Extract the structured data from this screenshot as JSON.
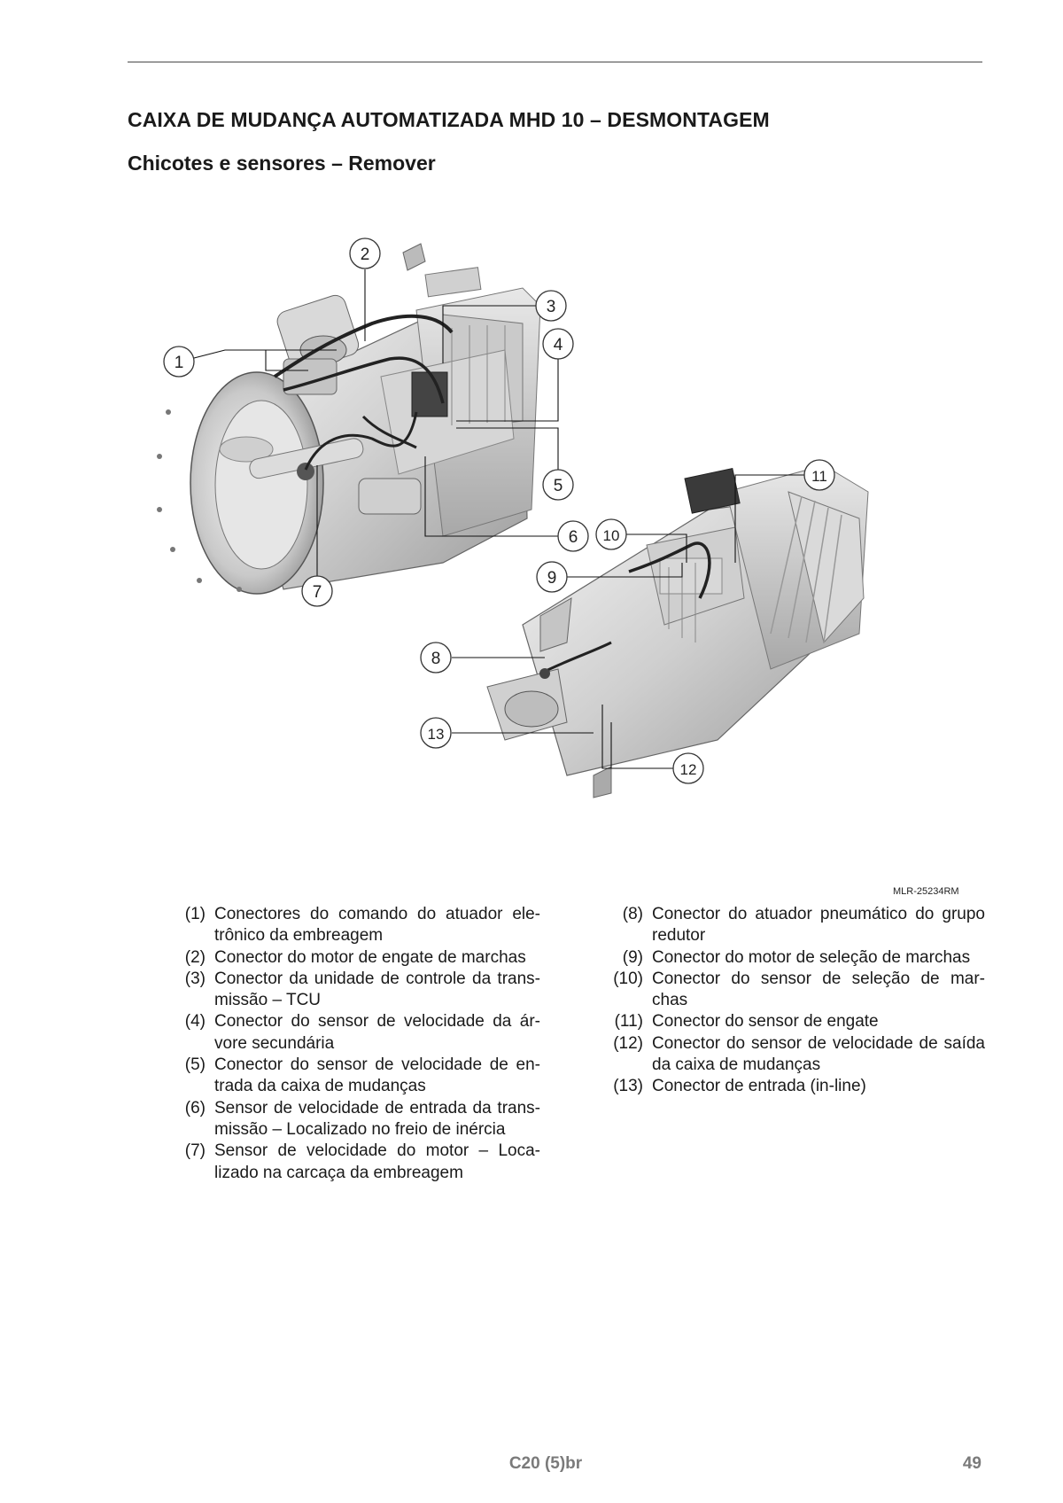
{
  "header": {
    "title": "CAIXA DE MUDANÇA AUTOMATIZADA MHD 10 – DESMONTAGEM",
    "subtitle": "Chicotes e sensores – Remover"
  },
  "figure": {
    "reference": "MLR-25234RM",
    "callouts": [
      "1",
      "2",
      "3",
      "4",
      "5",
      "6",
      "7",
      "8",
      "9",
      "10",
      "11",
      "12",
      "13"
    ]
  },
  "legend": {
    "left": [
      {
        "num": "(1)",
        "text": "Conectores do comando do atuador ele- trônico da embreagem"
      },
      {
        "num": "(2)",
        "text": "Conector do motor de engate de marchas"
      },
      {
        "num": "(3)",
        "text": "Conector da unidade de controle da trans- missão – TCU"
      },
      {
        "num": "(4)",
        "text": "Conector do sensor de velocidade da ár- vore secundária"
      },
      {
        "num": "(5)",
        "text": "Conector do sensor de velocidade de en- trada da caixa de mudanças"
      },
      {
        "num": "(6)",
        "text": "Sensor de velocidade de entrada da trans- missão – Localizado no freio de inércia"
      },
      {
        "num": "(7)",
        "text": "Sensor de velocidade do motor – Loca- lizado na carcaça da embreagem"
      }
    ],
    "right": [
      {
        "num": "(8)",
        "text": "Conector do atuador pneumático do grupo redutor"
      },
      {
        "num": "(9)",
        "text": "Conector do motor de seleção de marchas"
      },
      {
        "num": "(10)",
        "text": "Conector do sensor de seleção de mar- chas"
      },
      {
        "num": "(11)",
        "text": "Conector do sensor de engate"
      },
      {
        "num": "(12)",
        "text": "Conector do sensor de velocidade de saída da caixa de mudanças"
      },
      {
        "num": "(13)",
        "text": "Conector de entrada (in-line)"
      }
    ]
  },
  "footer": {
    "code": "C20 (5)br",
    "page": "49"
  }
}
